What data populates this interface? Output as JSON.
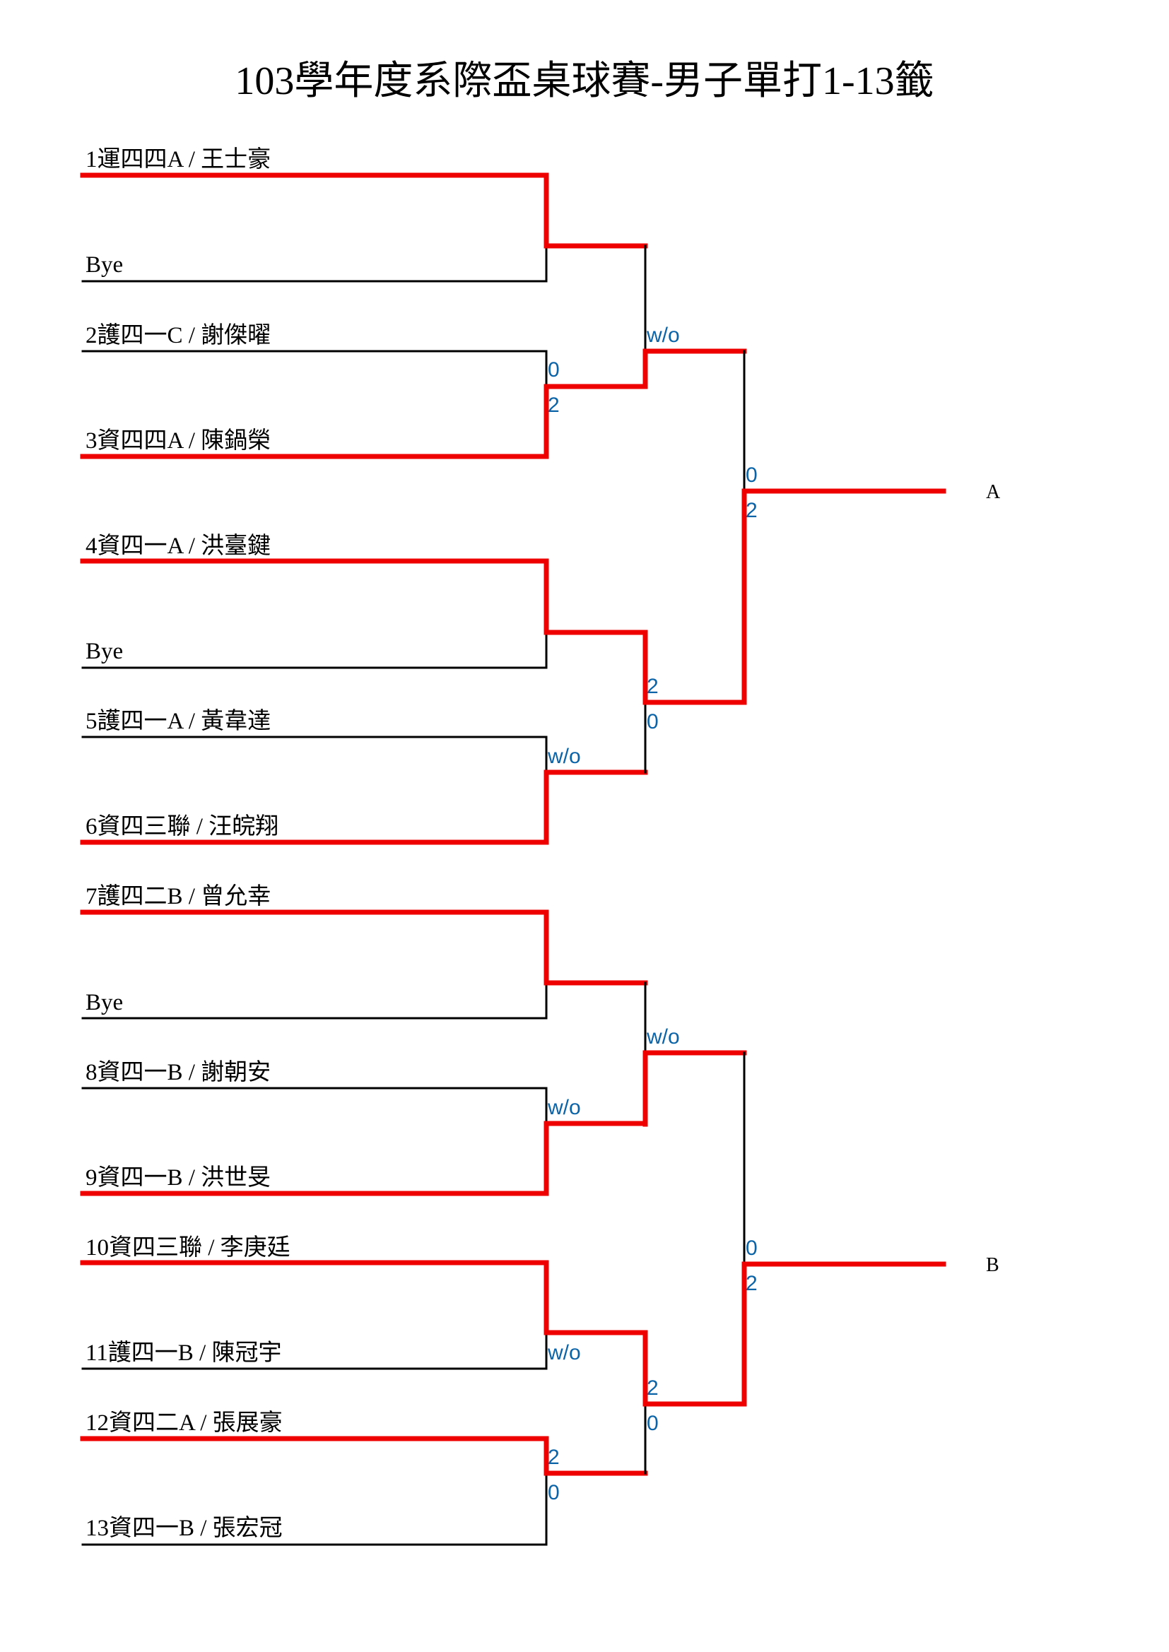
{
  "title": "103學年度系際盃桌球賽-男子單打1-13籤",
  "colors": {
    "winner": "#ee0000",
    "line": "#000000",
    "score": "#0b63a8"
  },
  "players": [
    "1運四四A / 王士豪",
    "Bye",
    "2護四一C / 謝傑曜",
    "3資四四A / 陳鍋榮",
    "4資四一A / 洪臺鍵",
    "Bye",
    "5護四一A / 黃韋達",
    "6資四三聯 / 汪皖翔",
    "7護四二B / 曾允幸",
    "Bye",
    "8資四一B / 謝朝安",
    "9資四一B / 洪世旻",
    "10資四三聯 / 李庚廷",
    "11護四一B / 陳冠宇",
    "12資四二A / 張展豪",
    "13資四一B / 張宏冠"
  ],
  "scores": {
    "r1_m2_top": "0",
    "r1_m2_bottom": "2",
    "r1_m4": "w/o",
    "r1_m6": "w/o",
    "r1_m7": "w/o",
    "r1_m8_top": "2",
    "r1_m8_bottom": "0",
    "r2_m1": "w/o",
    "r2_m2_top": "2",
    "r2_m2_bottom": "0",
    "r2_m3": "w/o",
    "r2_m4_top": "2",
    "r2_m4_bottom": "0",
    "r3_m1_top": "0",
    "r3_m1_bottom": "2",
    "r3_m2_top": "0",
    "r3_m2_bottom": "2"
  },
  "slots": [
    "A",
    "B"
  ]
}
